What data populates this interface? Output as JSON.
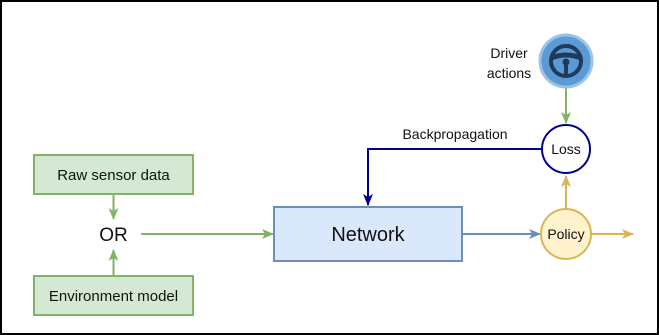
{
  "nodes": {
    "raw_sensor": "Raw sensor data",
    "or": "OR",
    "environment_model": "Environment model",
    "network": "Network",
    "driver_actions_line1": "Driver",
    "driver_actions_line2": "actions",
    "loss": "Loss",
    "policy": "Policy"
  },
  "edges": {
    "backpropagation": "Backpropagation"
  },
  "icons": {
    "driver": "steering-wheel-icon"
  },
  "colors": {
    "green_fill": "#d5e8d4",
    "green_stroke": "#82b366",
    "blue_fill": "#dae8fc",
    "blue_stroke": "#6c8ebf",
    "yellow_fill": "#fff2cc",
    "yellow_stroke": "#d6b656",
    "loss_stroke": "#00008b",
    "backprop_arrow": "#00008b",
    "arrow_green": "#82b366",
    "arrow_blue": "#6c8ebf",
    "arrow_yellow": "#d6b656",
    "wheel_circle": "#5b9bd5"
  }
}
